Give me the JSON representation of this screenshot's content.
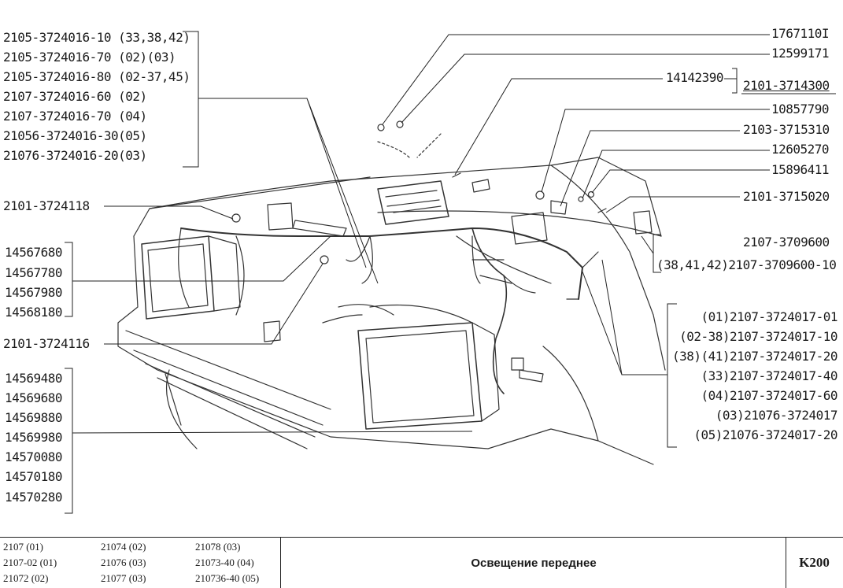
{
  "labels": {
    "group_a": [
      "2105-3724016-10 (33,38,42)",
      "2105-3724016-70 (02)(03)",
      "2105-3724016-80 (02-37,45)",
      "2107-3724016-60 (02)",
      "2107-3724016-70 (04)",
      "21056-3724016-30(05)",
      "21076-3724016-20(03)"
    ],
    "p_2101_3724118": "2101-3724118",
    "group_b": [
      "14567680",
      "14567780",
      "14567980",
      "14568180"
    ],
    "p_2101_3724116": "2101-3724116",
    "group_c": [
      "14569480",
      "14569680",
      "14569880",
      "14569980",
      "14570080",
      "14570180",
      "14570280"
    ],
    "p_1767110": "1767110I",
    "p_1259917": "12599171",
    "p_14142390": "14142390",
    "p_2101_3714300": "2101-3714300",
    "p_10857790": "10857790",
    "p_2103_3715310": "2103-3715310",
    "p_12605270": "12605270",
    "p_15896411": "15896411",
    "p_2101_3715020": "2101-3715020",
    "p_2107_3709600": "2107-3709600",
    "p_2107_3709600_10": "(38,41,42)2107-3709600-10",
    "group_d": [
      "(01)2107-3724017-01",
      "(02-38)2107-3724017-10",
      "(38)(41)2107-3724017-20",
      "(33)2107-3724017-40",
      "(04)2107-3724017-60",
      "(03)21076-3724017",
      "(05)21076-3724017-20"
    ]
  },
  "footer": {
    "models": [
      [
        "2107 (01)",
        "21074 (02)",
        "21078 (03)"
      ],
      [
        "2107-02 (01)",
        "21076 (03)",
        "21073-40 (04)"
      ],
      [
        "21072 (02)",
        "21077 (03)",
        "210736-40 (05)"
      ]
    ],
    "title": "Освещение переднее",
    "code": "K200"
  }
}
